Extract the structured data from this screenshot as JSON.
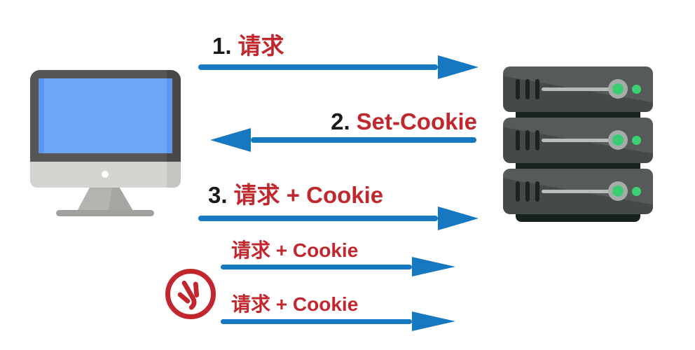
{
  "diagram": {
    "title_hint": "HTTP Cookie flow between browser and server",
    "client": {
      "name": "client computer"
    },
    "server": {
      "name": "server stack",
      "unit_count": "3"
    },
    "colors": {
      "arrow_blue": "#1678c0",
      "label_red": "#c1282e",
      "label_black": "#1a1a1a",
      "screen_blue": "#6ba6f7",
      "server_led_green": "#3cd173",
      "stamp_red": "#c2272d",
      "background": "#ffffff"
    },
    "steps": [
      {
        "number": "1.",
        "label": "请求",
        "direction": "right"
      },
      {
        "number": "2.",
        "label": "Set-Cookie",
        "direction": "left"
      },
      {
        "number": "3.",
        "label": "请求 + Cookie",
        "direction": "right"
      },
      {
        "number": "",
        "label": "请求 + Cookie",
        "direction": "right"
      },
      {
        "number": "",
        "label": "请求 + Cookie",
        "direction": "right"
      }
    ],
    "stamp": {
      "char": "小",
      "meaning": "small"
    }
  }
}
